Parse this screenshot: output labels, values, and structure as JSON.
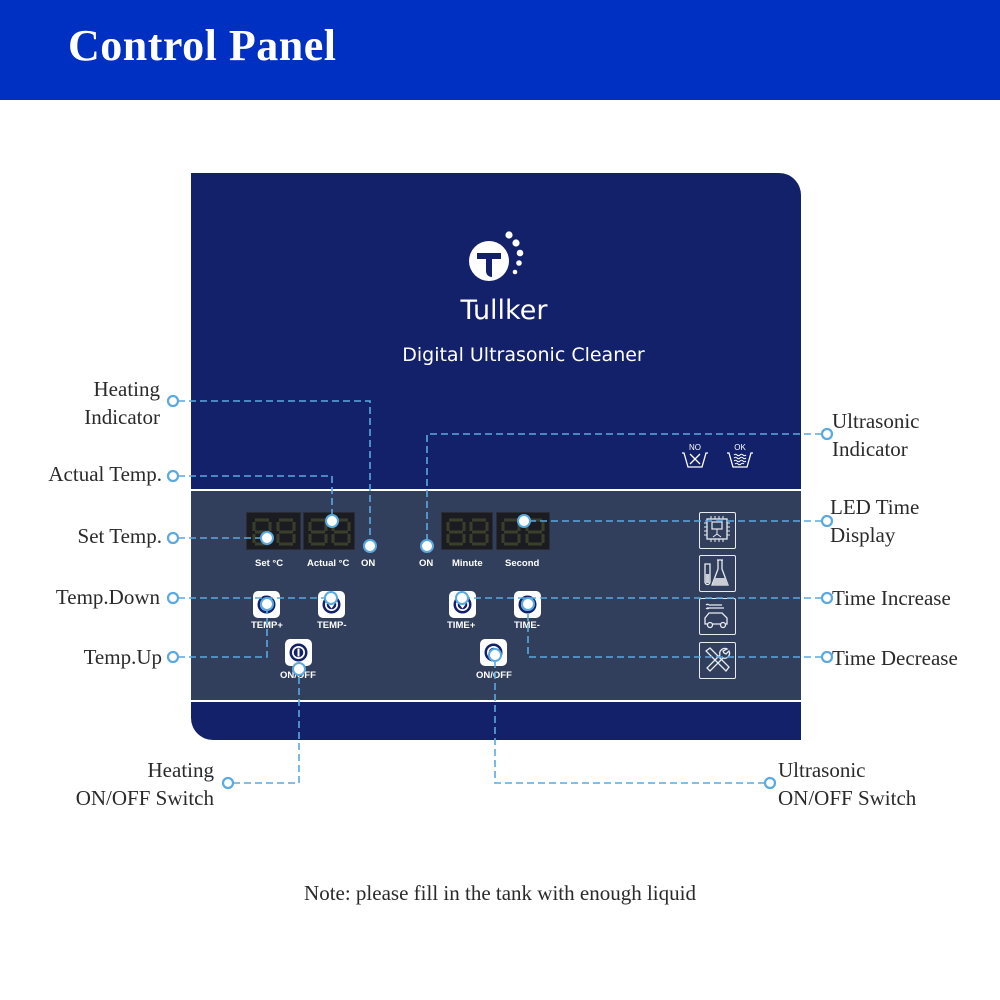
{
  "header": {
    "title": "Control Panel"
  },
  "device": {
    "brand": "Tullker",
    "model_name": "Digital Ultrasonic Cleaner",
    "wash_symbols": {
      "no_label": "NO",
      "ok_label": "OK"
    },
    "temp_section": {
      "set_label": "Set  °C",
      "actual_label": "Actual °C",
      "heating_on_label": "ON",
      "temp_plus_label": "TEMP+",
      "temp_minus_label": "TEMP-",
      "onoff_label": "ON/OFF"
    },
    "time_section": {
      "ultrasonic_on_label": "ON",
      "minute_label": "Minute",
      "second_label": "Second",
      "time_plus_label": "TIME+",
      "time_minus_label": "TIME-",
      "onoff_label": "ON/OFF"
    },
    "feature_icons": [
      "circuit-board-icon",
      "lab-flask-icon",
      "car-parts-icon",
      "tools-icon"
    ]
  },
  "callouts": {
    "heating_indicator": [
      "Heating",
      "Indicator"
    ],
    "actual_temp": "Actual Temp.",
    "set_temp": "Set Temp.",
    "temp_down": "Temp.Down",
    "temp_up": "Temp.Up",
    "heating_switch": [
      "Heating",
      "ON/OFF Switch"
    ],
    "ultrasonic_indicator": [
      "Ultrasonic",
      "Indicator"
    ],
    "led_time_display": [
      "LED Time",
      "Display"
    ],
    "time_increase": "Time Increase",
    "time_decrease": "Time Decrease",
    "ultrasonic_switch": [
      "Ultrasonic",
      "ON/OFF Switch"
    ]
  },
  "note": "Note: please fill in the tank with enough liquid",
  "colors": {
    "header_blue": "#0030c2",
    "panel_navy": "#13206a",
    "panel_slate": "#323f5c",
    "callout_line": "#5aa9e0"
  }
}
